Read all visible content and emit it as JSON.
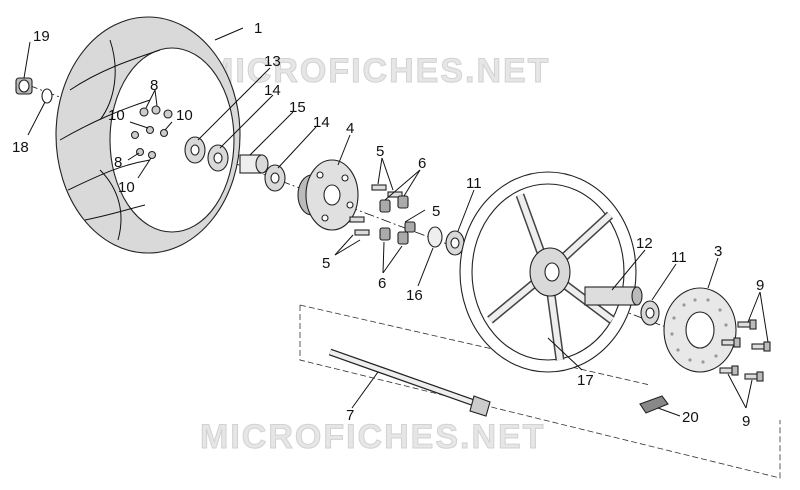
{
  "watermark": "MICROFICHES.NET",
  "colors": {
    "line": "#111111",
    "part_fill": "#d9d9d9",
    "part_light": "#eeeeee",
    "watermark": "#e6e6e6"
  },
  "callouts": [
    "1",
    "19",
    "18",
    "13",
    "14",
    "15",
    "14",
    "8",
    "10",
    "10",
    "8",
    "10",
    "4",
    "5",
    "6",
    "5",
    "5",
    "6",
    "16",
    "11",
    "12",
    "11",
    "3",
    "9",
    "9",
    "17",
    "7",
    "20"
  ]
}
